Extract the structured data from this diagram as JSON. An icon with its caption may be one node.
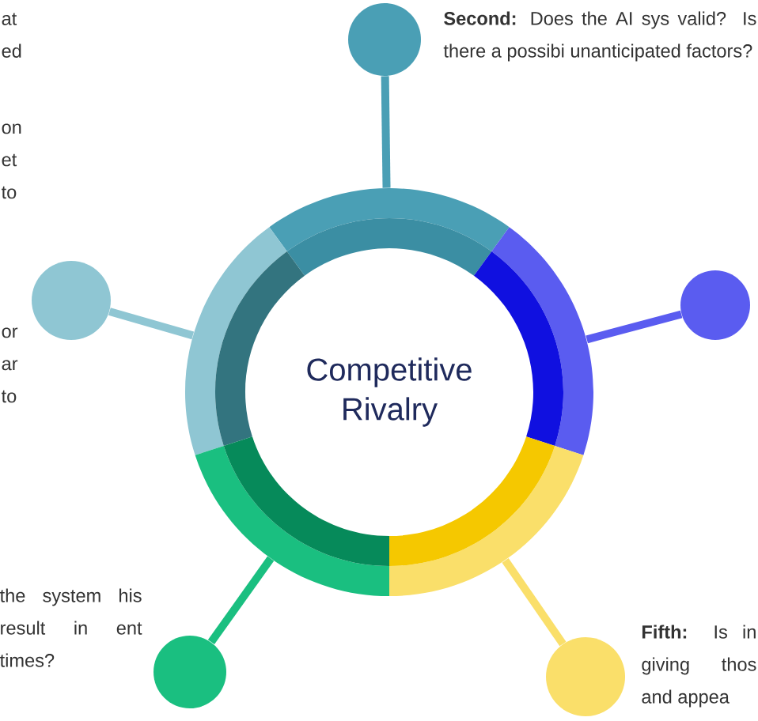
{
  "diagram": {
    "nodes": [
      {
        "text": [
          "Competitive Rivalry"
        ]
      },
      {
        "text": [],
        "shape": "circle",
        "beside": [
          "**Second:** Does the AI sys valid? Is there a possibi unanticipated factors?"
        ]
      },
      {
        "text": [],
        "shape": "circle"
      },
      {
        "text": [],
        "shape": "circle"
      },
      {
        "text": [],
        "shape": "circle",
        "beside": [
          "the system his result in ent times?"
        ]
      },
      {
        "text": [],
        "shape": "circle",
        "beside": [
          "**Fifth:** Is in giving thos and appea"
        ]
      }
    ],
    "edges": [
      {
        "from": 0,
        "to": 1,
        "arrow": "none",
        "color": "#4a9fb5"
      },
      {
        "from": 0,
        "to": 2,
        "arrow": "none",
        "color": "#8fc6d3"
      },
      {
        "from": 0,
        "to": 3,
        "arrow": "none",
        "color": "#5a5cf0"
      },
      {
        "from": 0,
        "to": 4,
        "arrow": "none",
        "color": "#1abf80"
      },
      {
        "from": 0,
        "to": 5,
        "arrow": "none",
        "color": "#fadf6a"
      }
    ],
    "labels": [
      "at ed",
      "on et to",
      "or ar to"
    ]
  }
}
